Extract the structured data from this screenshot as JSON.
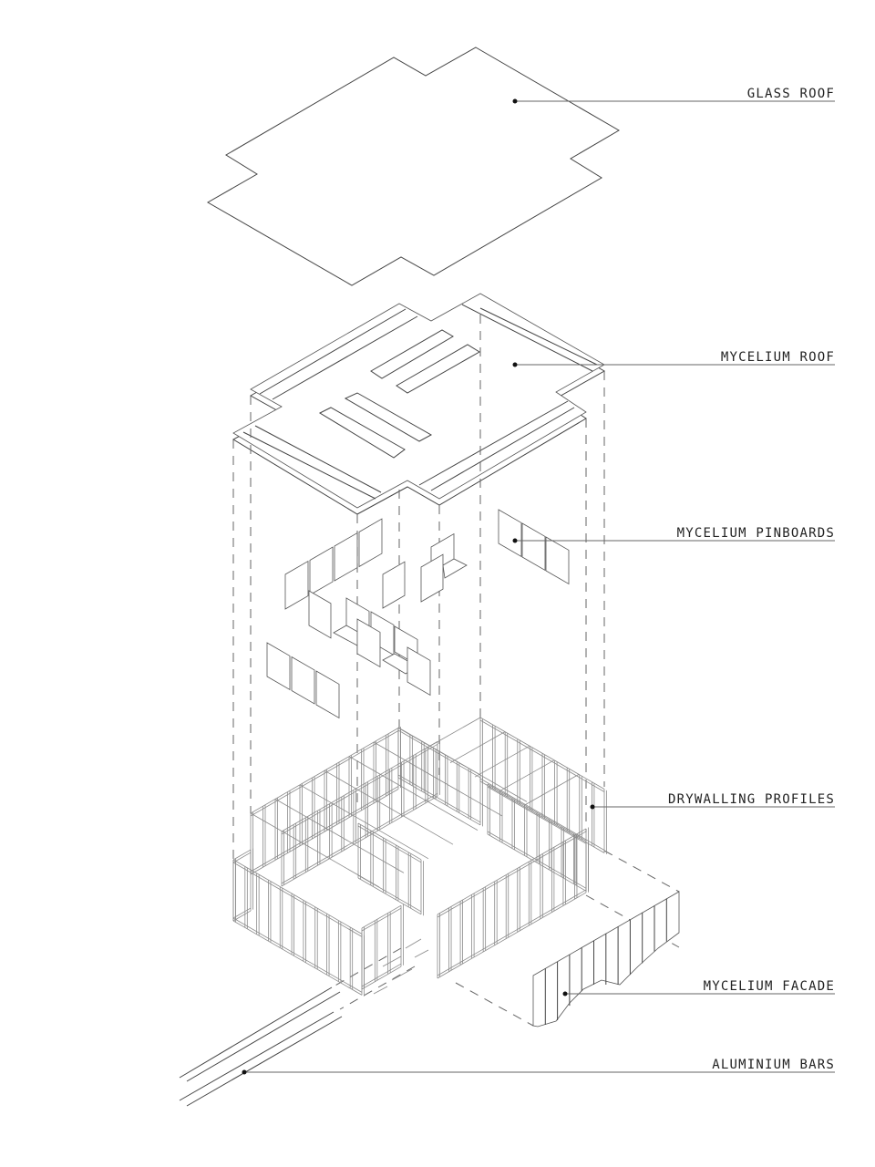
{
  "labels": [
    {
      "id": "glass-roof",
      "text": "GLASS ROOF"
    },
    {
      "id": "mycelium-roof",
      "text": "MYCELIUM ROOF"
    },
    {
      "id": "mycelium-pinboards",
      "text": "MYCELIUM PINBOARDS"
    },
    {
      "id": "drywalling-profiles",
      "text": "DRYWALLING PROFILES"
    },
    {
      "id": "mycelium-facade",
      "text": "MYCELIUM FACADE"
    },
    {
      "id": "aluminium-bars",
      "text": "ALUMINIUM BARS"
    }
  ]
}
